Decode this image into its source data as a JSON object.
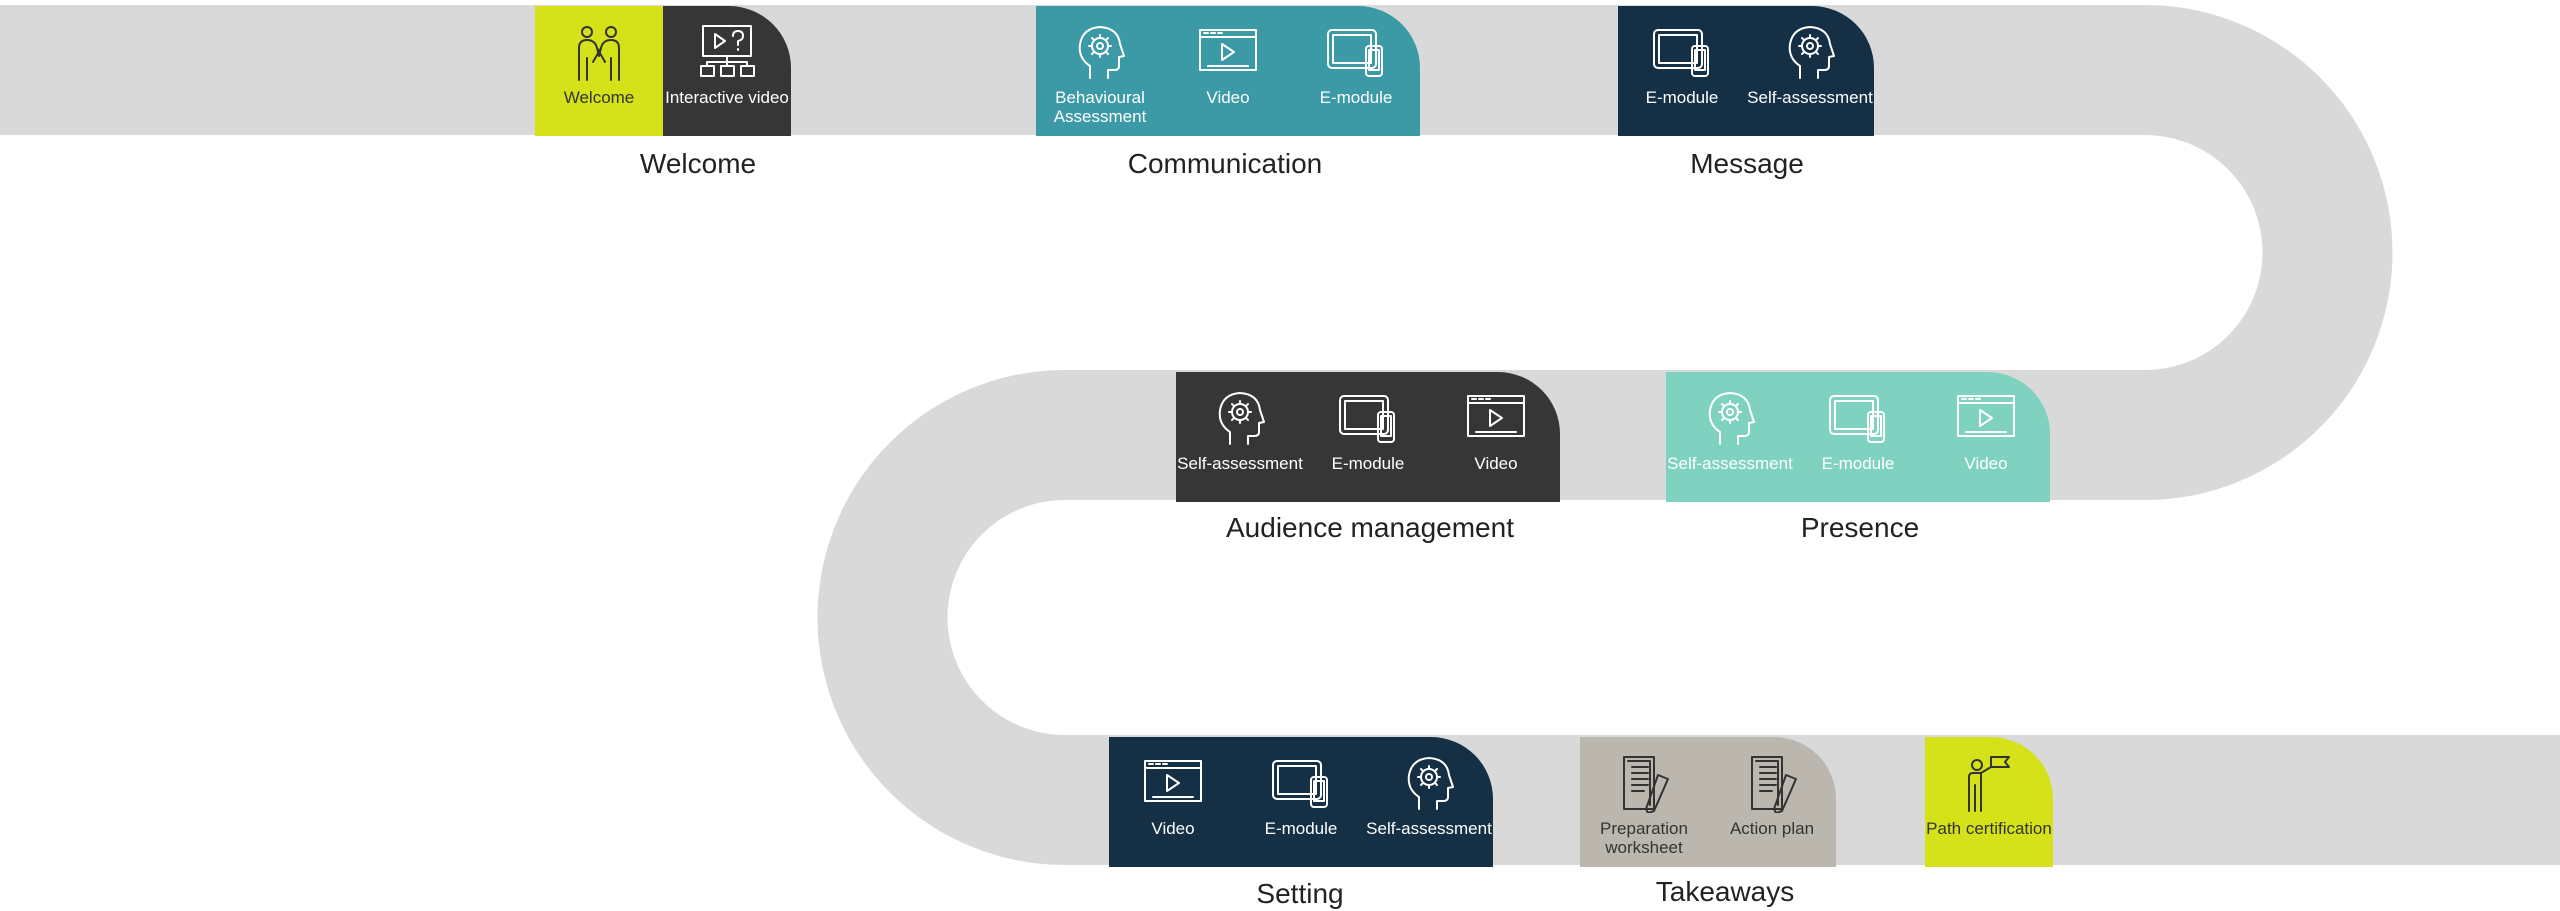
{
  "colors": {
    "road": "#d9d9d9",
    "lime": "#d5e21a",
    "charcoal": "#363636",
    "teal": "#3b9aa6",
    "navy": "#152f44",
    "mint": "#7fd2bf",
    "taupe": "#bcb7ae"
  },
  "stages": [
    {
      "title": "Welcome",
      "items": [
        {
          "label": "Welcome",
          "icon": "handshake-icon",
          "color": "lime"
        },
        {
          "label": "Interactive video",
          "icon": "interactive-video-icon",
          "color": "charcoal"
        }
      ]
    },
    {
      "title": "Communication",
      "items": [
        {
          "label": "Behavioural Assessment",
          "icon": "head-gear-icon",
          "color": "teal"
        },
        {
          "label": "Video",
          "icon": "video-icon",
          "color": "teal"
        },
        {
          "label": "E-module",
          "icon": "tablet-phone-icon",
          "color": "teal"
        }
      ]
    },
    {
      "title": "Message",
      "items": [
        {
          "label": "E-module",
          "icon": "tablet-phone-icon",
          "color": "navy"
        },
        {
          "label": "Self-assessment",
          "icon": "head-gear-icon",
          "color": "navy"
        }
      ]
    },
    {
      "title": "Audience management",
      "items": [
        {
          "label": "Self-assessment",
          "icon": "head-gear-icon",
          "color": "charcoal"
        },
        {
          "label": "E-module",
          "icon": "tablet-phone-icon",
          "color": "charcoal"
        },
        {
          "label": "Video",
          "icon": "video-icon",
          "color": "charcoal"
        }
      ]
    },
    {
      "title": "Presence",
      "items": [
        {
          "label": "Self-assessment",
          "icon": "head-gear-icon",
          "color": "mint"
        },
        {
          "label": "E-module",
          "icon": "tablet-phone-icon",
          "color": "mint"
        },
        {
          "label": "Video",
          "icon": "video-icon",
          "color": "mint"
        }
      ]
    },
    {
      "title": "Setting",
      "items": [
        {
          "label": "Video",
          "icon": "video-icon",
          "color": "navy"
        },
        {
          "label": "E-module",
          "icon": "tablet-phone-icon",
          "color": "navy"
        },
        {
          "label": "Self-assessment",
          "icon": "head-gear-icon",
          "color": "navy"
        }
      ]
    },
    {
      "title": "Takeaways",
      "items": [
        {
          "label": "Preparation worksheet",
          "icon": "worksheet-icon",
          "color": "taupe"
        },
        {
          "label": "Action plan",
          "icon": "worksheet-icon",
          "color": "taupe"
        }
      ]
    },
    {
      "title": "",
      "items": [
        {
          "label": "Path certification",
          "icon": "flag-person-icon",
          "color": "lime"
        }
      ]
    }
  ]
}
